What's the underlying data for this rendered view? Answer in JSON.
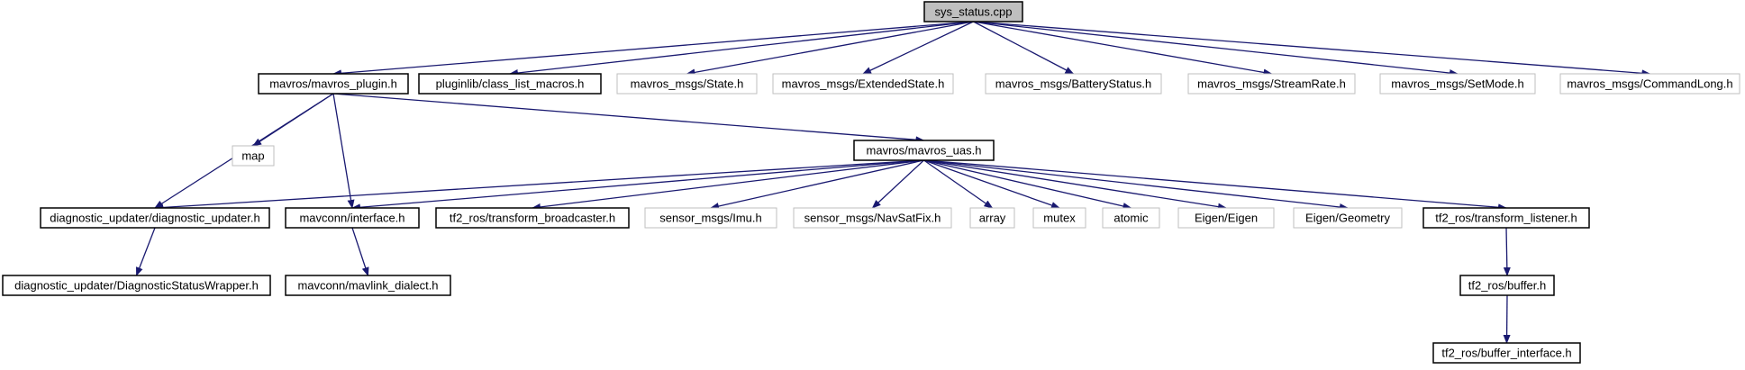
{
  "colors": {
    "edge": "#191970",
    "border_local": "#000000",
    "border_external": "#bfbfbf",
    "root_fill": "#bfbfbf",
    "text": "#000000",
    "background": "#ffffff"
  },
  "nodes": {
    "sys_status": {
      "label": "sys_status.cpp",
      "kind": "root"
    },
    "mavros_plugin": {
      "label": "mavros/mavros_plugin.h",
      "kind": "local"
    },
    "class_list_macros": {
      "label": "pluginlib/class_list_macros.h",
      "kind": "local"
    },
    "state": {
      "label": "mavros_msgs/State.h",
      "kind": "external"
    },
    "extended_state": {
      "label": "mavros_msgs/ExtendedState.h",
      "kind": "external"
    },
    "battery_status": {
      "label": "mavros_msgs/BatteryStatus.h",
      "kind": "external"
    },
    "stream_rate": {
      "label": "mavros_msgs/StreamRate.h",
      "kind": "external"
    },
    "set_mode": {
      "label": "mavros_msgs/SetMode.h",
      "kind": "external"
    },
    "command_long": {
      "label": "mavros_msgs/CommandLong.h",
      "kind": "external"
    },
    "map": {
      "label": "map",
      "kind": "external"
    },
    "mavros_uas": {
      "label": "mavros/mavros_uas.h",
      "kind": "local"
    },
    "diagnostic_updater": {
      "label": "diagnostic_updater/diagnostic_updater.h",
      "kind": "local"
    },
    "interface": {
      "label": "mavconn/interface.h",
      "kind": "local"
    },
    "transform_broadcaster": {
      "label": "tf2_ros/transform_broadcaster.h",
      "kind": "local"
    },
    "imu": {
      "label": "sensor_msgs/Imu.h",
      "kind": "external"
    },
    "navsatfix": {
      "label": "sensor_msgs/NavSatFix.h",
      "kind": "external"
    },
    "array": {
      "label": "array",
      "kind": "external"
    },
    "mutex": {
      "label": "mutex",
      "kind": "external"
    },
    "atomic": {
      "label": "atomic",
      "kind": "external"
    },
    "eigen": {
      "label": "Eigen/Eigen",
      "kind": "external"
    },
    "geometry": {
      "label": "Eigen/Geometry",
      "kind": "external"
    },
    "transform_listener": {
      "label": "tf2_ros/transform_listener.h",
      "kind": "local"
    },
    "diag_status_wrapper": {
      "label": "diagnostic_updater/DiagnosticStatusWrapper.h",
      "kind": "local"
    },
    "mavlink_dialect": {
      "label": "mavconn/mavlink_dialect.h",
      "kind": "local"
    },
    "buffer": {
      "label": "tf2_ros/buffer.h",
      "kind": "local"
    },
    "buffer_interface": {
      "label": "tf2_ros/buffer_interface.h",
      "kind": "local"
    }
  },
  "edges": [
    [
      "sys_status",
      "mavros_plugin"
    ],
    [
      "sys_status",
      "class_list_macros"
    ],
    [
      "sys_status",
      "state"
    ],
    [
      "sys_status",
      "extended_state"
    ],
    [
      "sys_status",
      "battery_status"
    ],
    [
      "sys_status",
      "stream_rate"
    ],
    [
      "sys_status",
      "set_mode"
    ],
    [
      "sys_status",
      "command_long"
    ],
    [
      "mavros_plugin",
      "map"
    ],
    [
      "mavros_plugin",
      "diagnostic_updater"
    ],
    [
      "mavros_plugin",
      "interface"
    ],
    [
      "mavros_plugin",
      "mavros_uas"
    ],
    [
      "mavros_uas",
      "diagnostic_updater"
    ],
    [
      "mavros_uas",
      "interface"
    ],
    [
      "mavros_uas",
      "transform_broadcaster"
    ],
    [
      "mavros_uas",
      "imu"
    ],
    [
      "mavros_uas",
      "navsatfix"
    ],
    [
      "mavros_uas",
      "array"
    ],
    [
      "mavros_uas",
      "mutex"
    ],
    [
      "mavros_uas",
      "atomic"
    ],
    [
      "mavros_uas",
      "eigen"
    ],
    [
      "mavros_uas",
      "geometry"
    ],
    [
      "mavros_uas",
      "transform_listener"
    ],
    [
      "diagnostic_updater",
      "diag_status_wrapper"
    ],
    [
      "interface",
      "mavlink_dialect"
    ],
    [
      "transform_listener",
      "buffer"
    ],
    [
      "buffer",
      "buffer_interface"
    ]
  ]
}
